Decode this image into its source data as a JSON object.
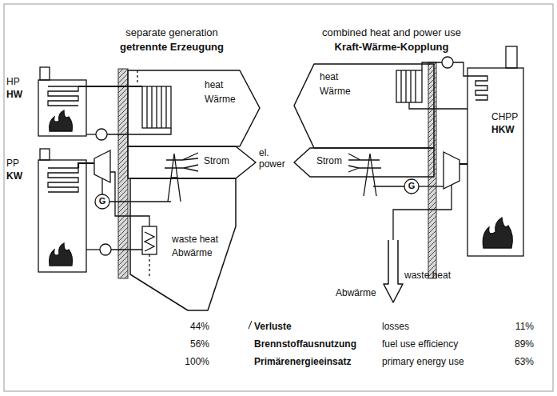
{
  "diagram": {
    "nodes": [
      {
        "text": [
          "heat",
          "Wärme"
        ]
      },
      {
        "text": [
          "Strom",
          "el. power"
        ]
      },
      {
        "text": [
          "waste heat",
          "Abwärme"
        ]
      },
      {
        "text": [
          "heat",
          "Wärme"
        ]
      },
      {
        "text": [
          "Strom"
        ]
      },
      {
        "text": [
          "Abwärme",
          "waste heat"
        ]
      }
    ],
    "labels": [
      "separate generation",
      "getrennte Erzeugung",
      "combined heat and power use",
      "Kraft-Wärme-Kopplung",
      "HP",
      "HW",
      "PP",
      "KW",
      "G",
      "CHPP",
      "HKW",
      "G",
      "44%",
      "Verluste",
      "losses",
      "11%",
      "56%",
      "Brennstoffausnutzung",
      "fuel use efficiency",
      "89%",
      "100%",
      "Primärenergieeinsatz",
      "primary energy use",
      "63%"
    ]
  }
}
